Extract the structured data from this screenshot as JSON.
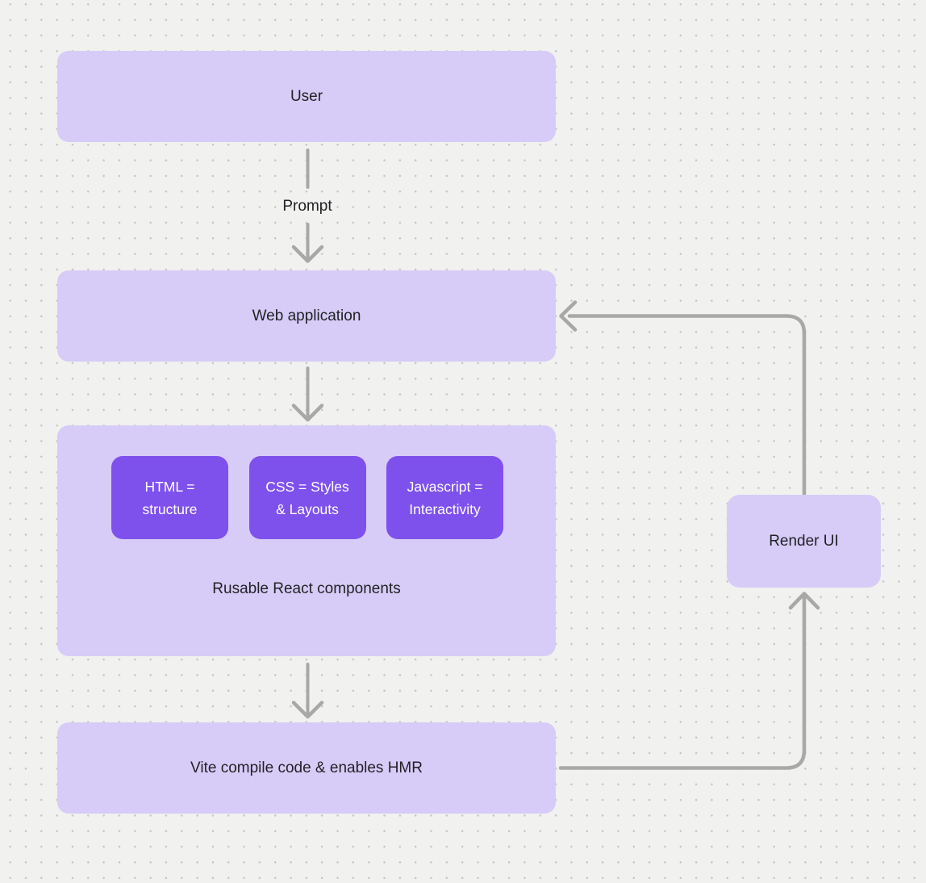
{
  "colors": {
    "background": "#f1f1ef",
    "dot": "#c6c6c6",
    "node_fill": "#d7ccf7",
    "node_text": "#222226",
    "chip_fill": "#7f51ec",
    "chip_text": "#ffffff",
    "connector": "#a8a8a8"
  },
  "nodes": {
    "user": {
      "label": "User"
    },
    "web_application": {
      "label": "Web application"
    },
    "components_group": {
      "label": "Rusable React components",
      "chips": [
        {
          "line1": "HTML =",
          "line2": "structure"
        },
        {
          "line1": "CSS = Styles",
          "line2": "& Layouts"
        },
        {
          "line1": "Javascript =",
          "line2": "Interactivity"
        }
      ]
    },
    "vite": {
      "label": "Vite compile code & enables HMR"
    },
    "render_ui": {
      "label": "Render UI"
    }
  },
  "edges": {
    "prompt_label": "Prompt"
  }
}
